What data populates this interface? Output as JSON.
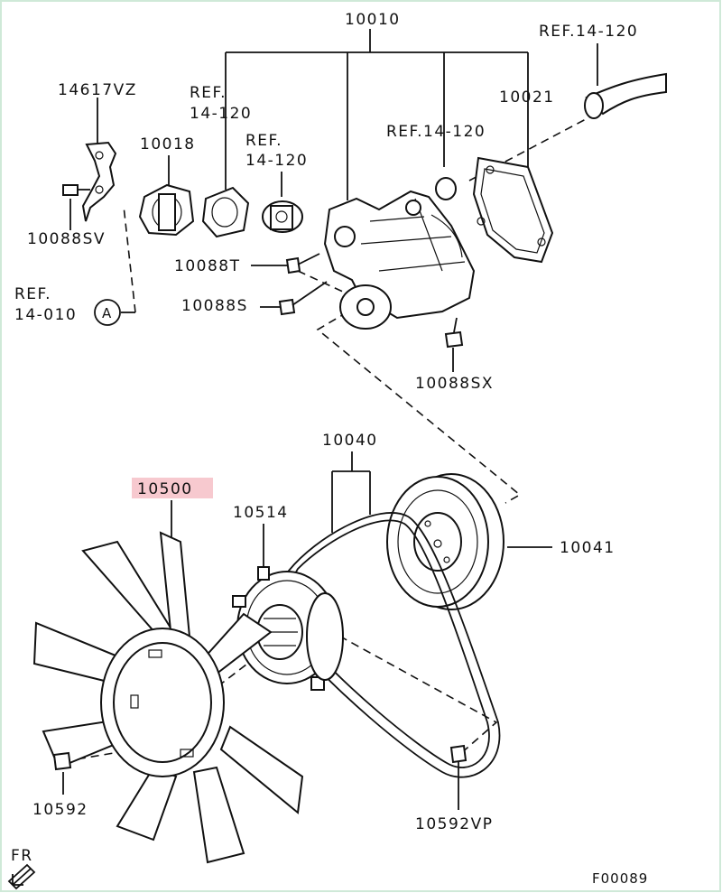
{
  "labels": {
    "p10010": "10010",
    "ref_top_right": "REF.14-120",
    "p10021": "10021",
    "p14617vz": "14617VZ",
    "ref_a1": "REF.",
    "ref_a2": "14-120",
    "p10018": "10018",
    "ref_b1": "REF.",
    "ref_b2": "14-120",
    "ref_c": "REF.14-120",
    "p10088sv": "10088SV",
    "p10088t": "10088T",
    "ref_d1": "REF.",
    "ref_d2": "14-010",
    "circle_a": "A",
    "p10088s": "10088S",
    "p10088sx": "10088SX",
    "p10040": "10040",
    "p10500": "10500",
    "p10514": "10514",
    "p10041": "10041",
    "p10592": "10592",
    "p10592vp": "10592VP",
    "fr": "FR",
    "fig_code": "F00089"
  },
  "colors": {
    "highlight": "#f7c9cf",
    "ink": "#111111",
    "frame": "#cfe9d8"
  },
  "icons": {
    "front_arrow": "arrow-down-left-icon"
  }
}
